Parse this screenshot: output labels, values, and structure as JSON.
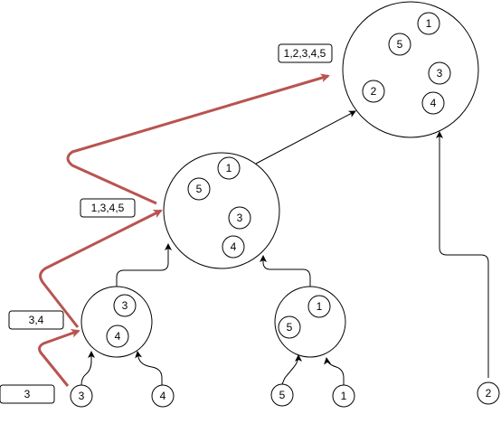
{
  "labels": {
    "root": "1,2,3,4,5",
    "mid": "1,3,4,5",
    "left": "3,4",
    "leaf": "3"
  },
  "nodes": {
    "root_1": "1",
    "root_5": "5",
    "root_3": "3",
    "root_2": "2",
    "root_4": "4",
    "mid_1": "1",
    "mid_5": "5",
    "mid_3": "3",
    "mid_4": "4",
    "left_3": "3",
    "left_4": "4",
    "right_1": "1",
    "right_5": "5",
    "leaf_3": "3",
    "leaf_4": "4",
    "leaf_5": "5",
    "leaf_1": "1",
    "leaf_2": "2"
  },
  "colors": {
    "highlight": "#b85450",
    "stroke": "#000000"
  }
}
